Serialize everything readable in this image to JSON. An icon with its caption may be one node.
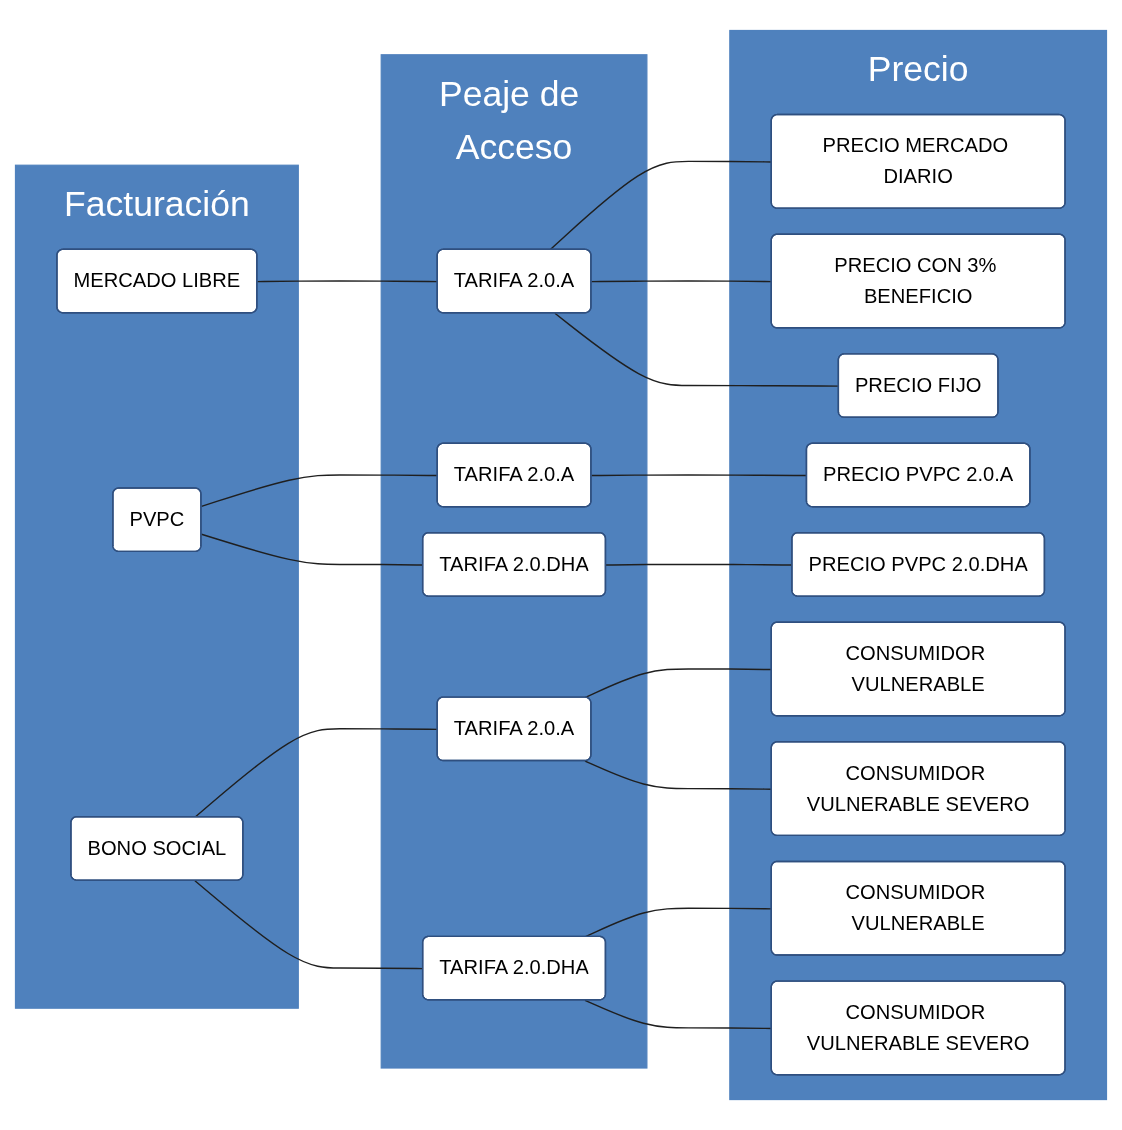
{
  "diagram": {
    "nodes": [
      {
        "text": [
          "Facturación"
        ]
      },
      {
        "text": [
          "MERCADO LIBRE"
        ],
        "in": 0
      },
      {
        "text": [
          "PVPC"
        ],
        "in": 0
      },
      {
        "text": [
          "BONO SOCIAL"
        ],
        "in": 0
      },
      {
        "text": [
          "Peaje de Acceso"
        ]
      },
      {
        "text": [
          "TARIFA 2.0.A"
        ],
        "in": 4
      },
      {
        "text": [
          "TARIFA 2.0.A"
        ],
        "in": 4
      },
      {
        "text": [
          "TARIFA 2.0.DHA"
        ],
        "in": 4
      },
      {
        "text": [
          "TARIFA 2.0.A"
        ],
        "in": 4
      },
      {
        "text": [
          "TARIFA 2.0.DHA"
        ],
        "in": 4
      },
      {
        "text": [
          "Precio"
        ]
      },
      {
        "text": [
          "PRECIO MERCADO DIARIO"
        ],
        "in": 10
      },
      {
        "text": [
          "PRECIO CON 3% BENEFICIO"
        ],
        "in": 10
      },
      {
        "text": [
          "PRECIO FIJO"
        ],
        "in": 10
      },
      {
        "text": [
          "PRECIO PVPC 2.0.A"
        ],
        "in": 10
      },
      {
        "text": [
          "PRECIO PVPC 2.0.DHA"
        ],
        "in": 10
      },
      {
        "text": [
          "CONSUMIDOR VULNERABLE"
        ],
        "in": 10
      },
      {
        "text": [
          "CONSUMIDOR VULNERABLE SEVERO"
        ],
        "in": 10
      },
      {
        "text": [
          "CONSUMIDOR VULNERABLE"
        ],
        "in": 10
      },
      {
        "text": [
          "CONSUMIDOR VULNERABLE SEVERO"
        ],
        "in": 10
      }
    ],
    "edges": [
      {
        "from": 1,
        "to": 5,
        "arrow": "none"
      },
      {
        "from": 5,
        "to": 11,
        "arrow": "none"
      },
      {
        "from": 5,
        "to": 12,
        "arrow": "none"
      },
      {
        "from": 5,
        "to": 13,
        "arrow": "none"
      },
      {
        "from": 2,
        "to": 6,
        "arrow": "none"
      },
      {
        "from": 2,
        "to": 7,
        "arrow": "none"
      },
      {
        "from": 6,
        "to": 14,
        "arrow": "none"
      },
      {
        "from": 7,
        "to": 15,
        "arrow": "none"
      },
      {
        "from": 3,
        "to": 8,
        "arrow": "none"
      },
      {
        "from": 3,
        "to": 9,
        "arrow": "none"
      },
      {
        "from": 8,
        "to": 16,
        "arrow": "none"
      },
      {
        "from": 8,
        "to": 17,
        "arrow": "none"
      },
      {
        "from": 9,
        "to": 18,
        "arrow": "none"
      },
      {
        "from": 9,
        "to": 19,
        "arrow": "none"
      }
    ]
  }
}
